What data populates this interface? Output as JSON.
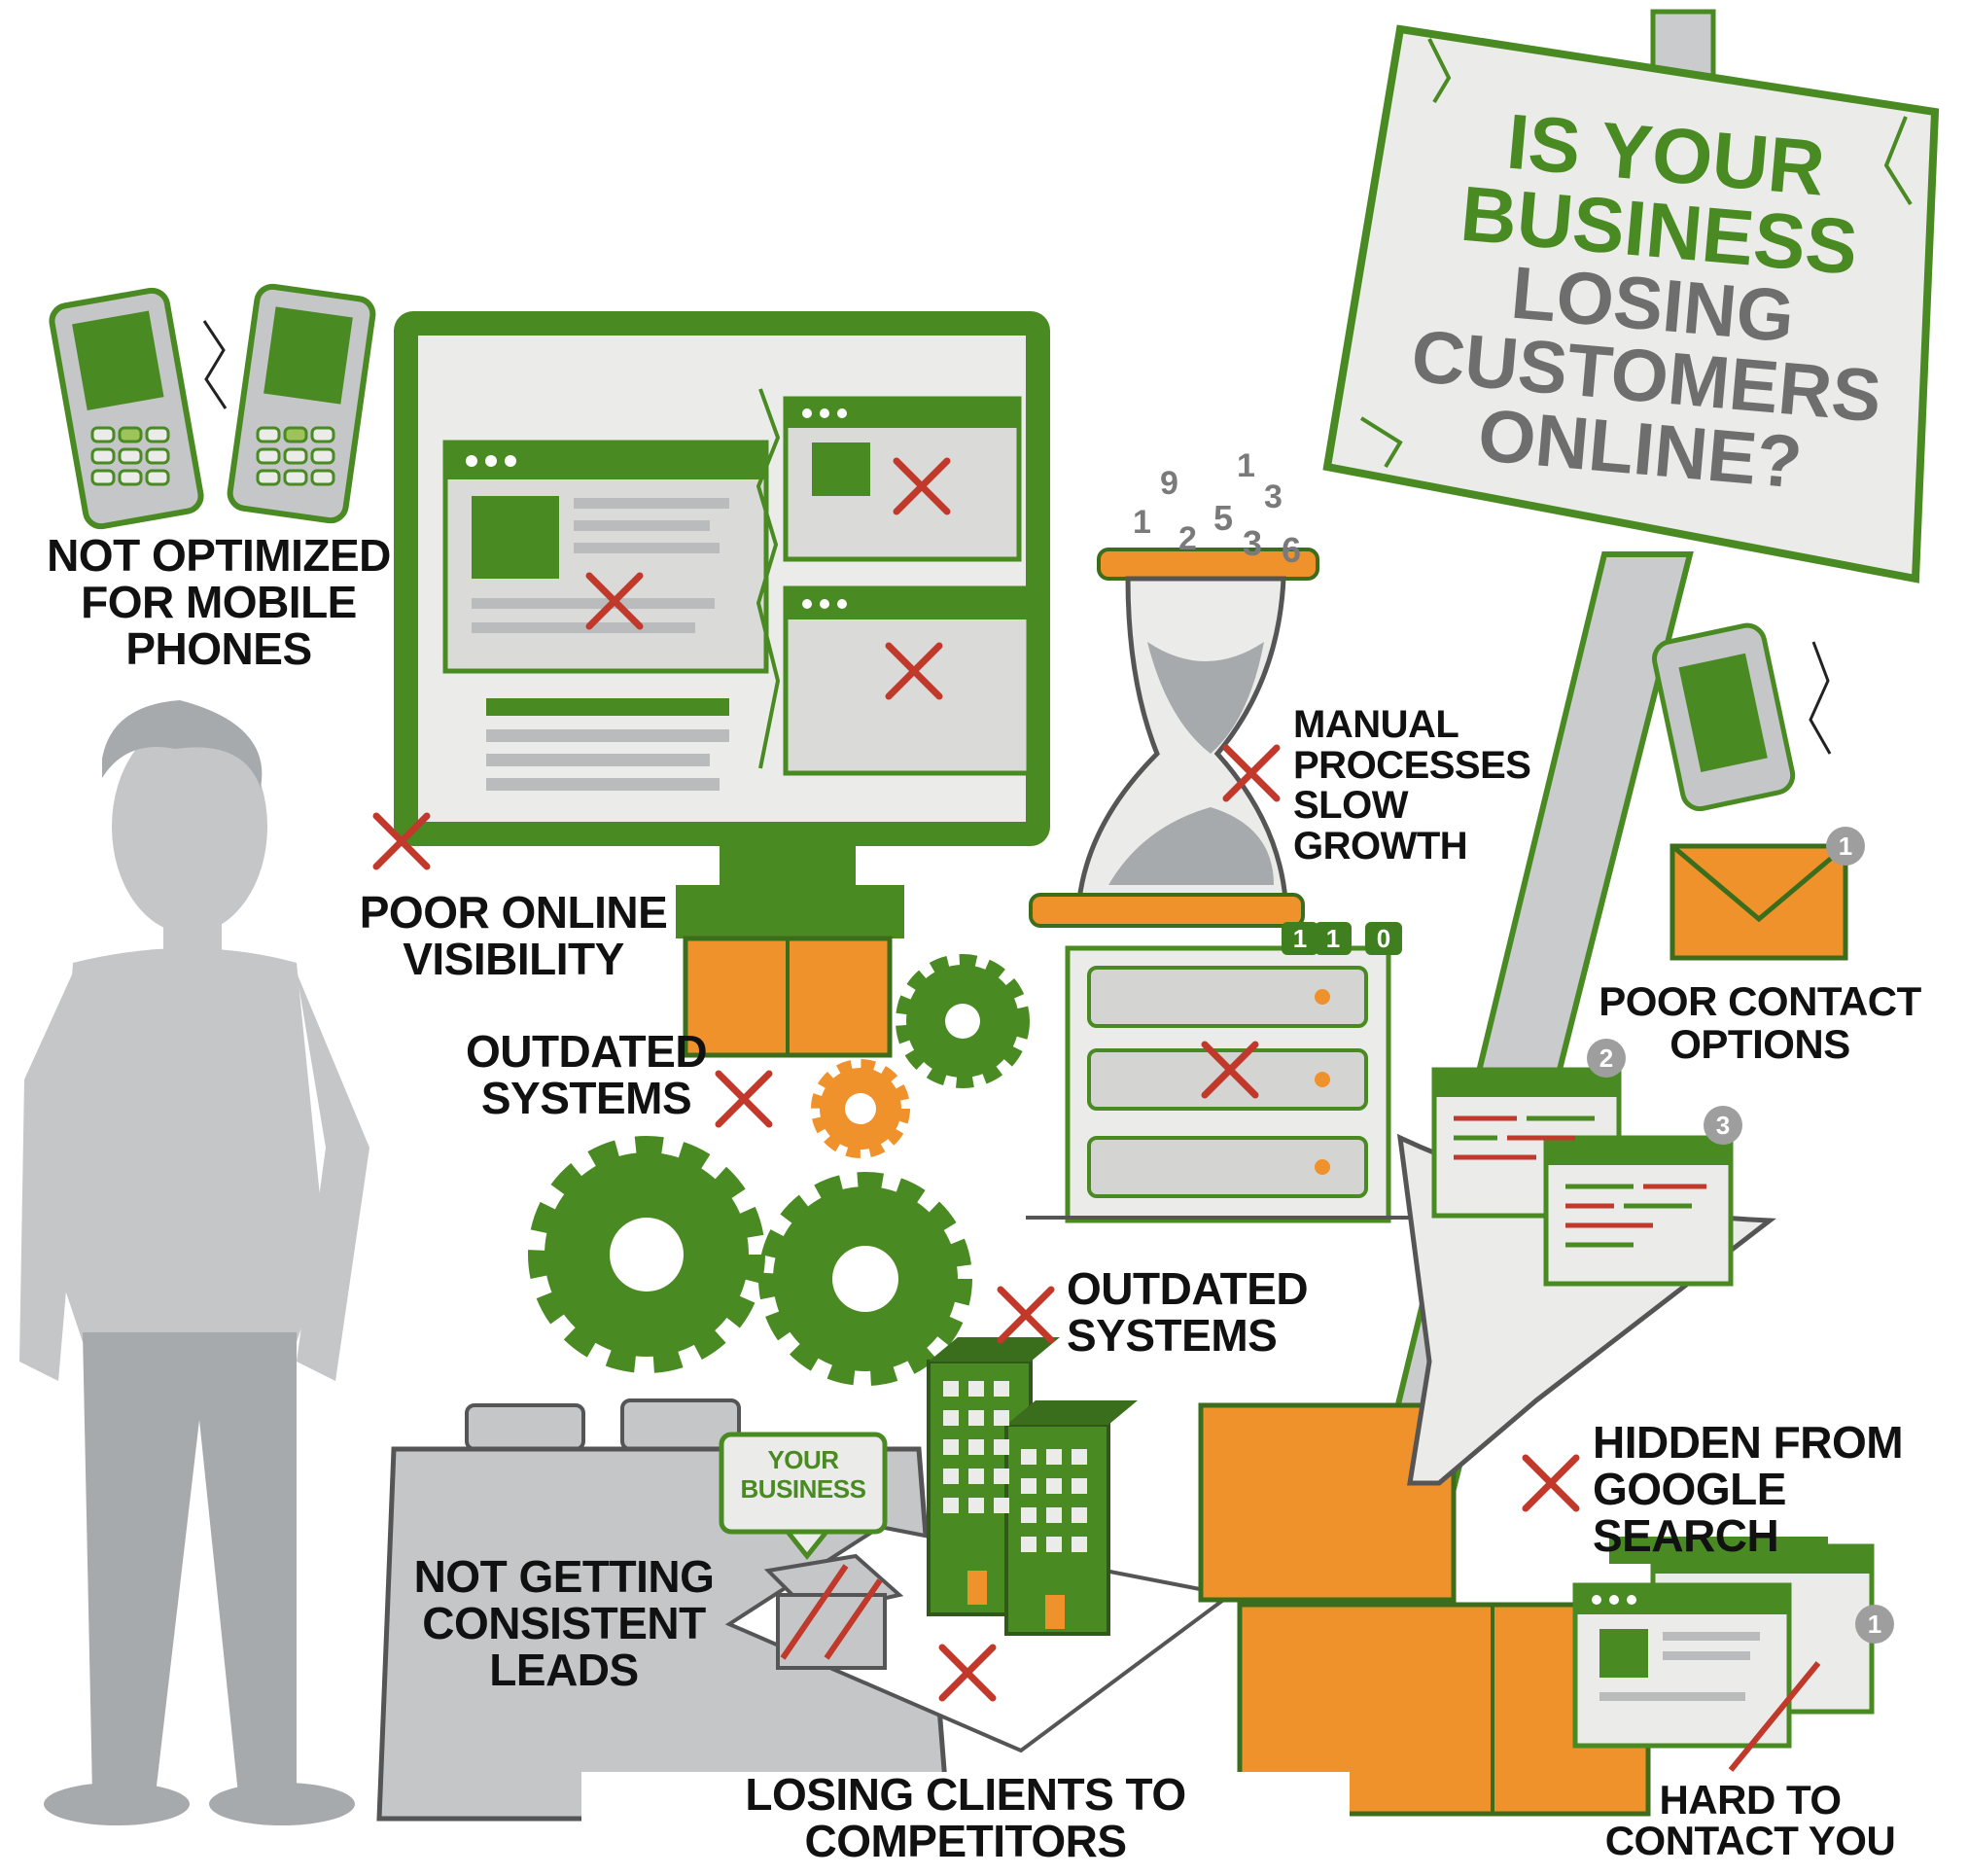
{
  "colors": {
    "green": "#4a8a22",
    "dark_green": "#3a6e1c",
    "orange": "#f0922b",
    "gray": "#c4c6c8",
    "light_gray": "#ebecea",
    "red": "#c0392b",
    "text": "#111111"
  },
  "sign": {
    "line1": "IS YOUR",
    "line2": "BUSINESS",
    "line3": "LOSING",
    "line4": "CUSTOMERS",
    "line5": "ONLINE?"
  },
  "labels": {
    "mobile": [
      "NOT OPTIMIZED",
      "FOR MOBILE",
      "PHONES"
    ],
    "visibility": [
      "POOR ONLINE",
      "VISIBILITY"
    ],
    "outdated_left": [
      "OUTDATED",
      "SYSTEMS"
    ],
    "outdated_right": [
      "OUTDATED",
      "SYSTEMS"
    ],
    "manual": [
      "MANUAL",
      "PROCESSES",
      "SLOW",
      "GROWTH"
    ],
    "contact": [
      "POOR CONTACT",
      "OPTIONS"
    ],
    "google": [
      "HIDDEN FROM",
      "GOOGLE SEARCH"
    ],
    "leads": [
      "NOT GETTING",
      "CONSISTENT",
      "LEADS"
    ],
    "competitors": "LOSING CLIENTS TO COMPETITORS",
    "hard_contact": [
      "HARD TO",
      "CONTACT YOU"
    ],
    "your_business": [
      "YOUR",
      "BUSINESS"
    ]
  },
  "hourglass_numbers": [
    "9",
    "1",
    "3",
    "1",
    "2",
    "5",
    "3",
    "6"
  ],
  "badges": {
    "envelope": "1",
    "funnel_a": "2",
    "funnel_b": "3",
    "windows": "1"
  },
  "counters": [
    "1",
    "1",
    "0"
  ],
  "icons": [
    "broken-phone-icon",
    "monitor-icon",
    "browser-window-icon",
    "hourglass-icon",
    "gear-icon",
    "smartphone-icon",
    "envelope-icon",
    "funnel-icon",
    "building-icon",
    "shop-icon",
    "person-icon",
    "signpost-icon",
    "cross-icon"
  ]
}
